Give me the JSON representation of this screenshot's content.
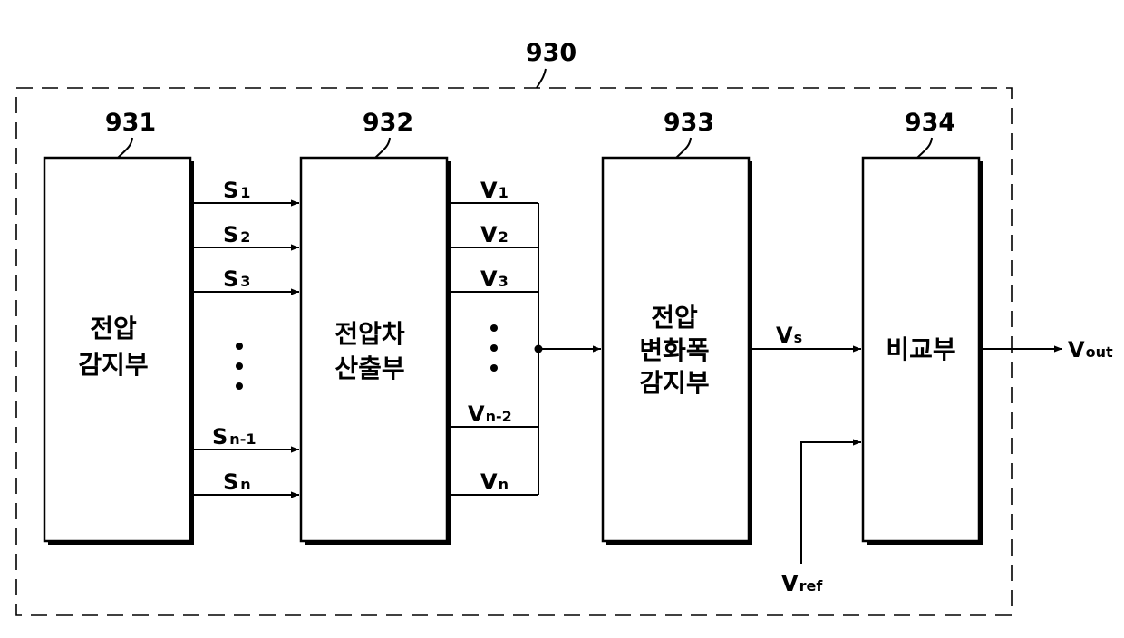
{
  "outer": {
    "ref": "930"
  },
  "blocks": [
    {
      "ref": "931",
      "lines": [
        "전압",
        "감지부"
      ]
    },
    {
      "ref": "932",
      "lines": [
        "전압차",
        "산출부"
      ]
    },
    {
      "ref": "933",
      "lines": [
        "전압",
        "변화폭",
        "감지부"
      ]
    },
    {
      "ref": "934",
      "lines": [
        "비교부"
      ]
    }
  ],
  "signals": {
    "s": [
      {
        "base": "S",
        "sub": "1"
      },
      {
        "base": "S",
        "sub": "2"
      },
      {
        "base": "S",
        "sub": "3"
      },
      {
        "base": "S",
        "sub": "n-1"
      },
      {
        "base": "S",
        "sub": "n"
      }
    ],
    "v": [
      {
        "base": "V",
        "sub": "1"
      },
      {
        "base": "V",
        "sub": "2"
      },
      {
        "base": "V",
        "sub": "3"
      },
      {
        "base": "V",
        "sub": "n-2"
      },
      {
        "base": "V",
        "sub": "n"
      }
    ],
    "vs": {
      "base": "V",
      "sub": "s"
    },
    "vref": {
      "base": "V",
      "sub": "ref"
    },
    "vout": {
      "base": "V",
      "sub": "out"
    }
  }
}
